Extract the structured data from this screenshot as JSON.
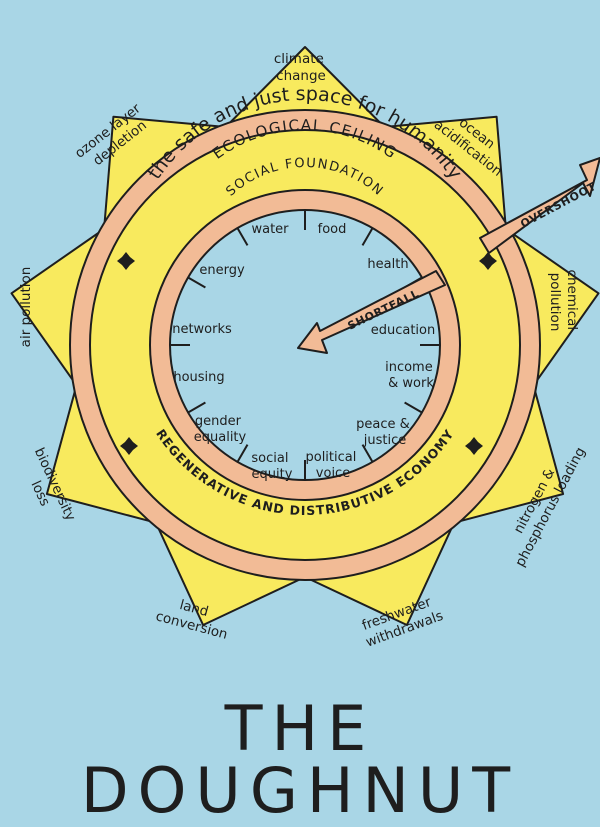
{
  "title": "THE DOUGHNUT",
  "rings": {
    "ecological_ceiling": "ECOLOGICAL CEILING",
    "safe_space": "the safe and just space for humanity",
    "social_foundation": "SOCIAL FOUNDATION",
    "economy": "REGENERATIVE AND DISTRIBUTIVE ECONOMY"
  },
  "arrows": {
    "overshoot": "OVERSHOOT",
    "shortfall": "SHORTFALL"
  },
  "social_dimensions": [
    [
      "water"
    ],
    [
      "food"
    ],
    [
      "health"
    ],
    [
      "education"
    ],
    [
      "income",
      "& work"
    ],
    [
      "peace &",
      "justice"
    ],
    [
      "political",
      "voice"
    ],
    [
      "social",
      "equity"
    ],
    [
      "gender",
      "equality"
    ],
    [
      "housing"
    ],
    [
      "networks"
    ],
    [
      "energy"
    ]
  ],
  "ecological_dimensions": [
    [
      "climate",
      "change"
    ],
    [
      "ocean",
      "acidification"
    ],
    [
      "chemical",
      "pollution"
    ],
    [
      "nitrogen &",
      "phosphorus loading"
    ],
    [
      "freshwater",
      "withdrawals"
    ],
    [
      "land",
      "conversion"
    ],
    [
      "biodiversity",
      "loss"
    ],
    [
      "air pollution"
    ],
    [
      "ozone layer",
      "depletion"
    ]
  ],
  "colors": {
    "background": "#a9d6e6",
    "sun": "#f8ea5e",
    "ring": "#f2bb96",
    "inner": "#a9d6e6",
    "ink": "#1e1e1e"
  }
}
